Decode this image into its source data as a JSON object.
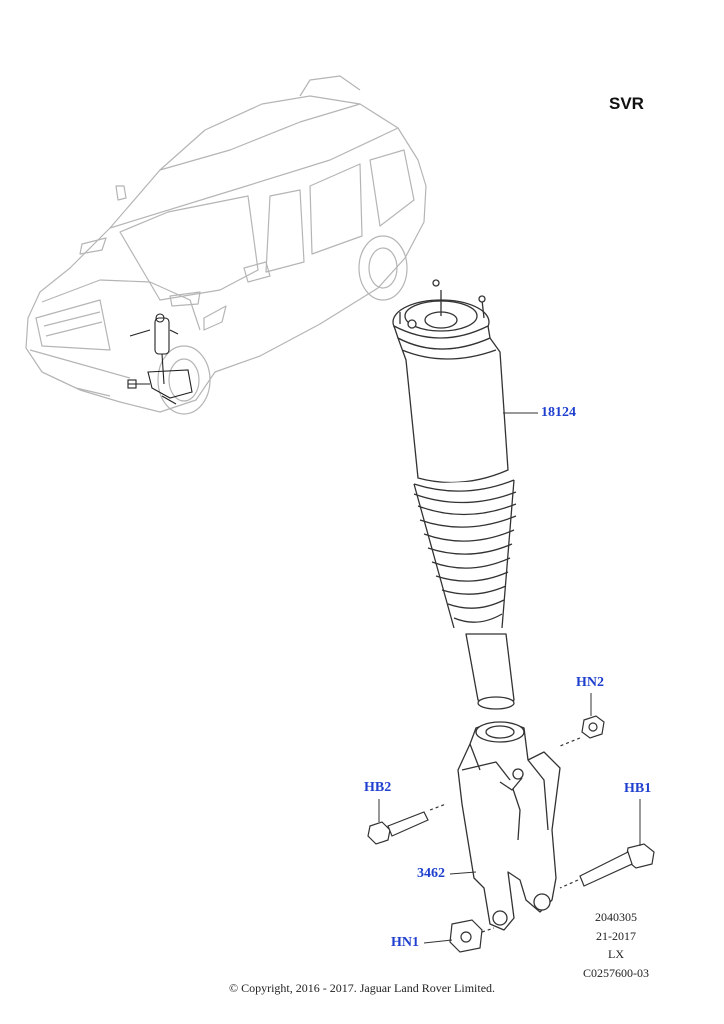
{
  "variant_label": "SVR",
  "callouts": {
    "strut": "18124",
    "knuckle": "3462",
    "nut_upper": "HN2",
    "bolt_upper": "HB2",
    "bolt_lower": "HB1",
    "nut_lower": "HN1"
  },
  "reference": {
    "line1": "2040305",
    "line2": "21-2017",
    "line3": "LX",
    "line4": "C0257600-03"
  },
  "copyright": "© Copyright, 2016 - 2017. Jaguar Land Rover Limited.",
  "colors": {
    "callout": "#1f3fcf",
    "line_art": "#333333",
    "vehicle_art": "#b5b5b5"
  }
}
